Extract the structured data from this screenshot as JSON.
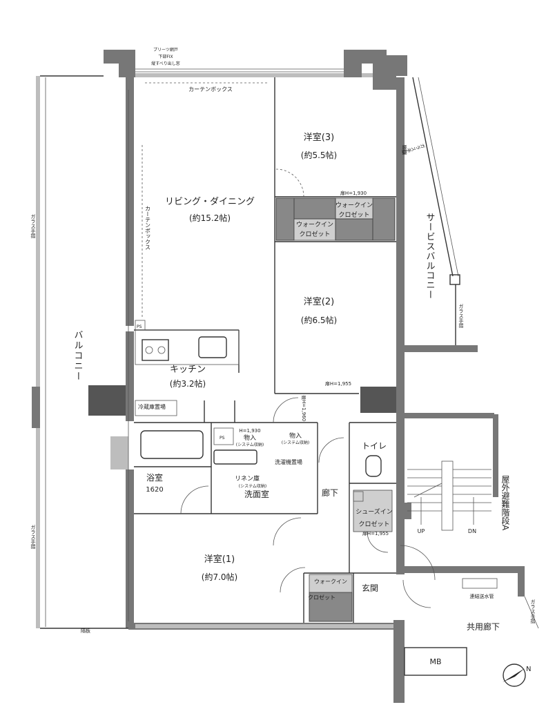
{
  "rooms": {
    "living": {
      "name": "リビング・ダイニング",
      "size": "(約15.2帖)"
    },
    "western3": {
      "name": "洋室(3)",
      "size": "(約5.5帖)"
    },
    "western2": {
      "name": "洋室(2)",
      "size": "(約6.5帖)"
    },
    "western1": {
      "name": "洋室(1)",
      "size": "(約7.0帖)"
    },
    "kitchen": {
      "name": "キッチン",
      "size": "(約3.2帖)"
    },
    "bath": {
      "name": "浴室",
      "size": "1620"
    },
    "washroom": {
      "name": "洗面室"
    },
    "hallway": {
      "name": "廊下"
    },
    "toilet": {
      "name": "トイレ"
    },
    "entrance": {
      "name": "玄関"
    }
  },
  "outdoor": {
    "balcony": "バルコニー",
    "service_balcony": "サービスバルコニー",
    "evac_stairs": "屋外避難階段A",
    "common_corridor": "共用廊下",
    "mb": "MB"
  },
  "closets": {
    "walkin_upper": "ウォークイン",
    "walkin_upper_sub": "クロゼット",
    "walkin_lower": "ウォークイン",
    "walkin_lower_sub": "クロゼット",
    "walkin_w1": "ウォークイン",
    "walkin_w1_sub": "クロゼット",
    "shoes_in": "シューズイン",
    "shoes_in_sub": "クロゼット"
  },
  "labels": {
    "curtain_box_top": "カーテンボックス",
    "curtain_box_side": "カーテンボックス",
    "glass_rail_1": "ガラス手摺",
    "glass_rail_2": "ガラス手摺",
    "glass_rail_3": "ガラス手摺",
    "glass_rail_4": "ガラス手摺",
    "glass_rail_5": "ガラス手摺",
    "door_h_upper": "扉H=1,930",
    "door_h_w2": "扉H=1,955",
    "door_h_kitchen": "扉H=1,960",
    "door_h_storage": "H=1,930",
    "storage": "物入",
    "storage_sub": "(システム収納)",
    "storage2": "物入",
    "storage2_sub": "(システム収納)",
    "linen": "リネン庫",
    "linen_sub": "(システム収納)",
    "washer": "洗濯機置場",
    "fridge": "冷蔵庫置場",
    "ps": "PS",
    "ps2": "PS",
    "door_h_shoes": "扉H=1,955",
    "up": "UP",
    "dn": "DN",
    "hydrant": "連結送水管",
    "partition": "隔板",
    "window_unit": "プリーツ網戸",
    "window_unit_sub": "下部FIX",
    "window_unit_sub2": "縦すべり出し窓",
    "glass_wall": "腰壁"
  }
}
